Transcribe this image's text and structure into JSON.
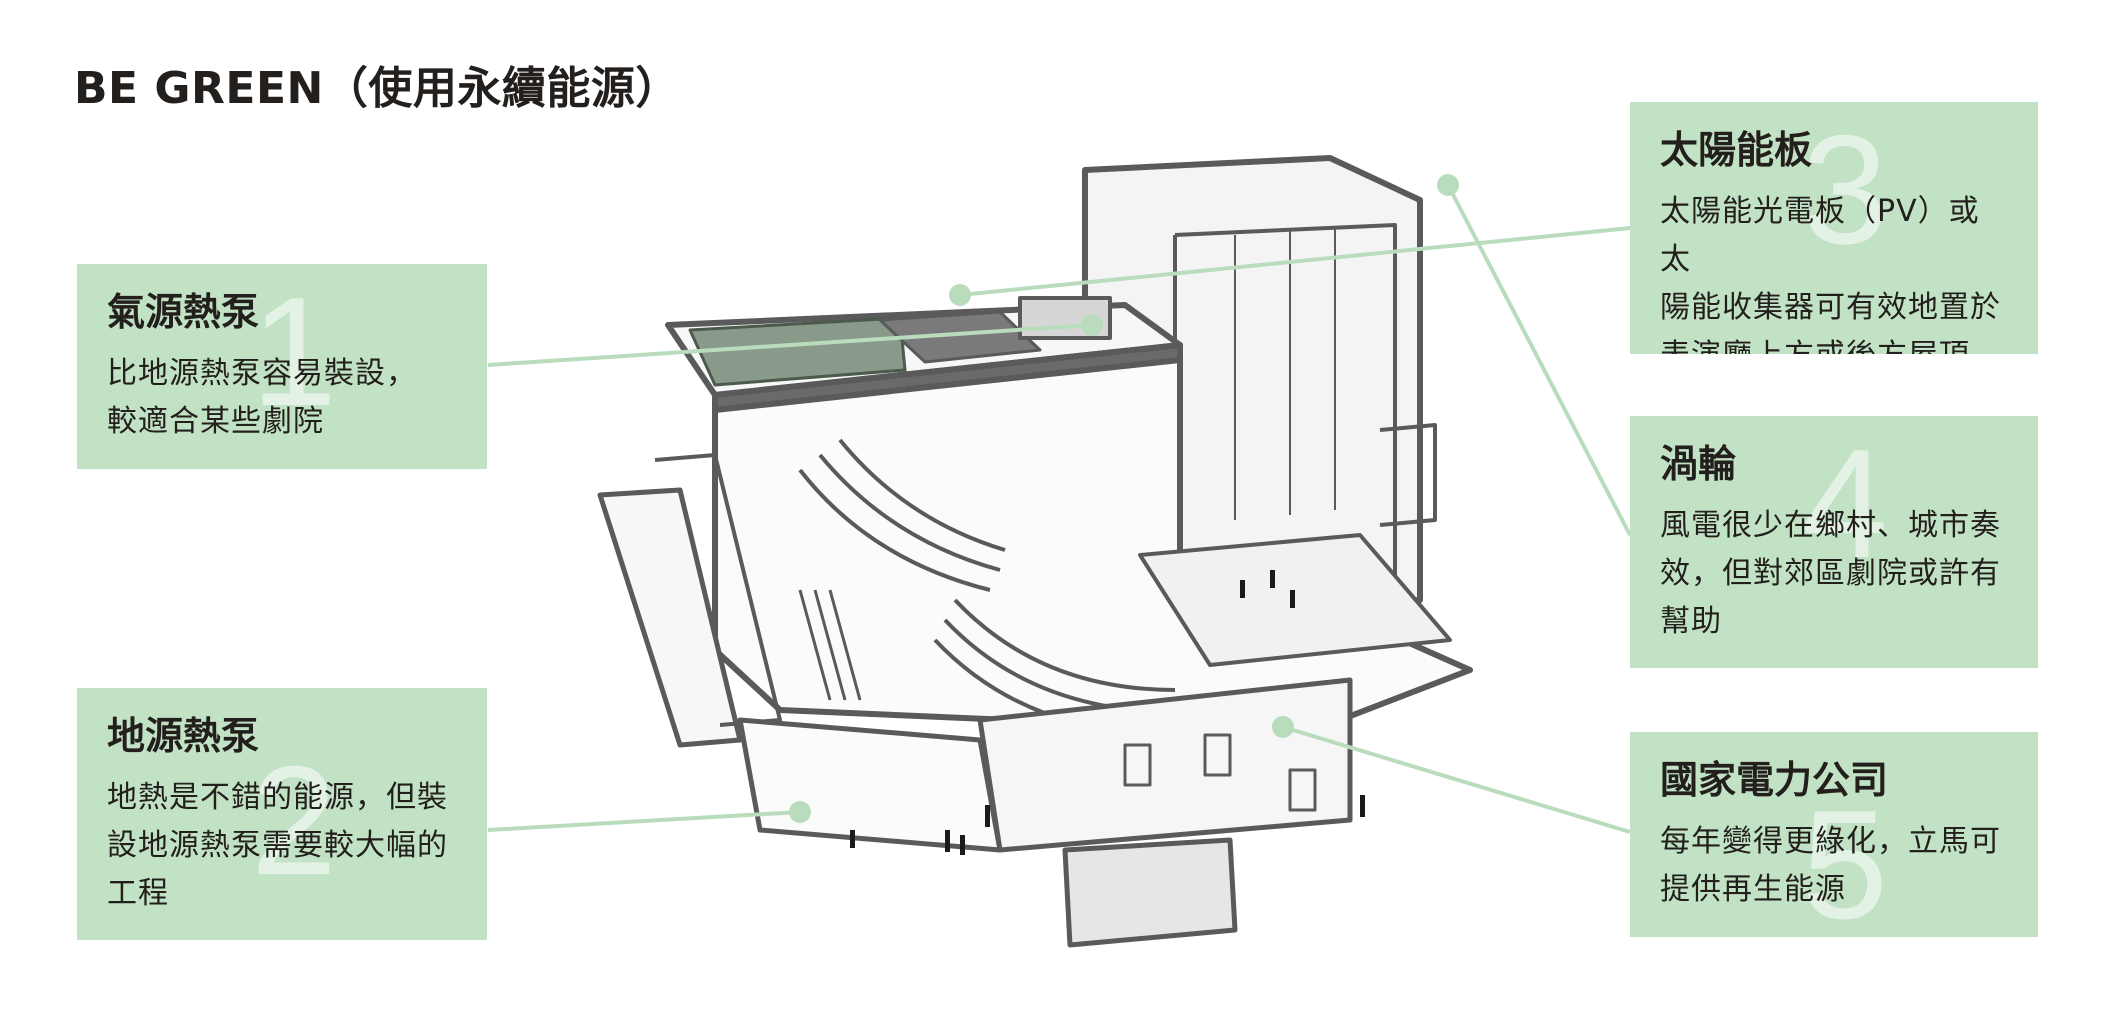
{
  "title": "BE GREEN（使用永續能源）",
  "colors": {
    "card_bg": "#c2e2c5",
    "connector": "#b9dcbd",
    "text": "#231f1c",
    "line_art": "#5a5a5a"
  },
  "callouts": [
    {
      "number": "1",
      "heading": "氣源熱泵",
      "lines": [
        "比地源熱泵容易裝設，",
        "較適合某些劇院"
      ]
    },
    {
      "number": "2",
      "heading": "地源熱泵",
      "lines": [
        "地熱是不錯的能源，但裝",
        "設地源熱泵需要較大幅的",
        "工程"
      ]
    },
    {
      "number": "3",
      "heading": "太陽能板",
      "lines": [
        "太陽能光電板（PV）或太",
        "陽能收集器可有效地置於",
        "表演廳上方或後方屋頂"
      ]
    },
    {
      "number": "4",
      "heading": "渦輪",
      "lines": [
        "風電很少在鄉村、城市奏",
        "效，但對郊區劇院或許有",
        "幫助"
      ]
    },
    {
      "number": "5",
      "heading": "國家電力公司",
      "lines": [
        "每年變得更綠化，立馬可",
        "提供再生能源"
      ]
    }
  ]
}
